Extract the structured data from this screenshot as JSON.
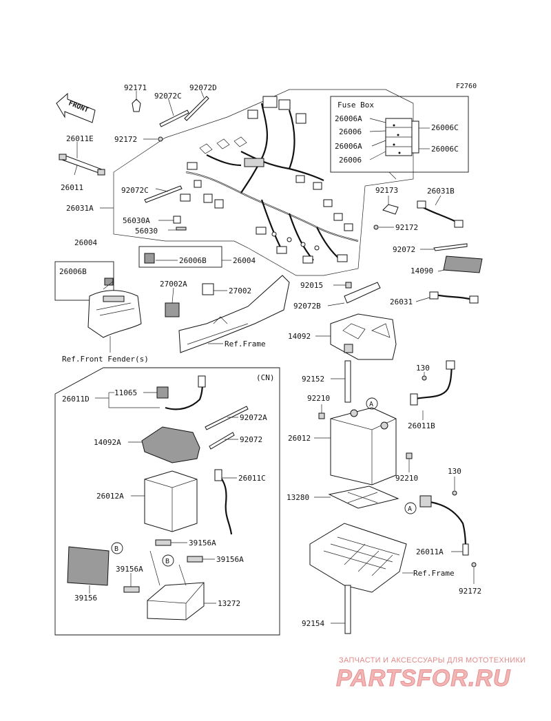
{
  "figure_code": "F2760",
  "front_arrow_label": "FRONT",
  "fuse_box": {
    "title": "Fuse Box",
    "left_labels": [
      "26006A",
      "26006",
      "26006A",
      "26006"
    ],
    "right_labels": [
      "26006C",
      "26006C"
    ]
  },
  "box_labels": {
    "cn_tag": "(CN)"
  },
  "part_labels": {
    "p92171": "92171",
    "p92072C_top": "92072C",
    "p92072D": "92072D",
    "p26011E": "26011E",
    "p92172_top": "92172",
    "p26011": "26011",
    "p92072C_mid": "92072C",
    "p26031A": "26031A",
    "p56030A": "56030A",
    "p56030": "56030",
    "p26004_top": "26004",
    "p26006B_left": "26006B",
    "p26006B_mid": "26006B",
    "p26004_mid": "26004",
    "p27002A": "27002A",
    "p27002": "27002",
    "ref_frame_1": "Ref.Frame",
    "ref_front_fender": "Ref.Front Fender(s)",
    "p92173": "92173",
    "p26031B": "26031B",
    "p92172_right": "92172",
    "p92072_right": "92072",
    "p14090": "14090",
    "p92015": "92015",
    "p92072B": "92072B",
    "p26031": "26031",
    "p14092": "14092",
    "p92152": "92152",
    "p130_a": "130",
    "p92210_a": "92210",
    "p26012": "26012",
    "p26011B": "26011B",
    "p92210_b": "92210",
    "p130_b": "130",
    "p13280": "13280",
    "p26011A": "26011A",
    "ref_frame_2": "Ref.Frame",
    "p92172_bottom": "92172",
    "p92154": "92154",
    "p26011D": "26011D",
    "p11065": "11065",
    "p92072A": "92072A",
    "p14092A": "14092A",
    "p92072_cn": "92072",
    "p26011C": "26011C",
    "p26012A": "26012A",
    "p39156A_1": "39156A",
    "p39156A_2": "39156A",
    "p39156A_3": "39156A",
    "p39156": "39156",
    "p13272": "13272"
  },
  "callouts": {
    "a1": "A",
    "a2": "A",
    "b1": "B",
    "b2": "B"
  },
  "watermark": {
    "tagline": "ЗАПЧАСТИ И АКСЕССУАРЫ ДЛЯ МОТОТЕХНИКИ",
    "logo": "PARTSFOR.RU"
  }
}
